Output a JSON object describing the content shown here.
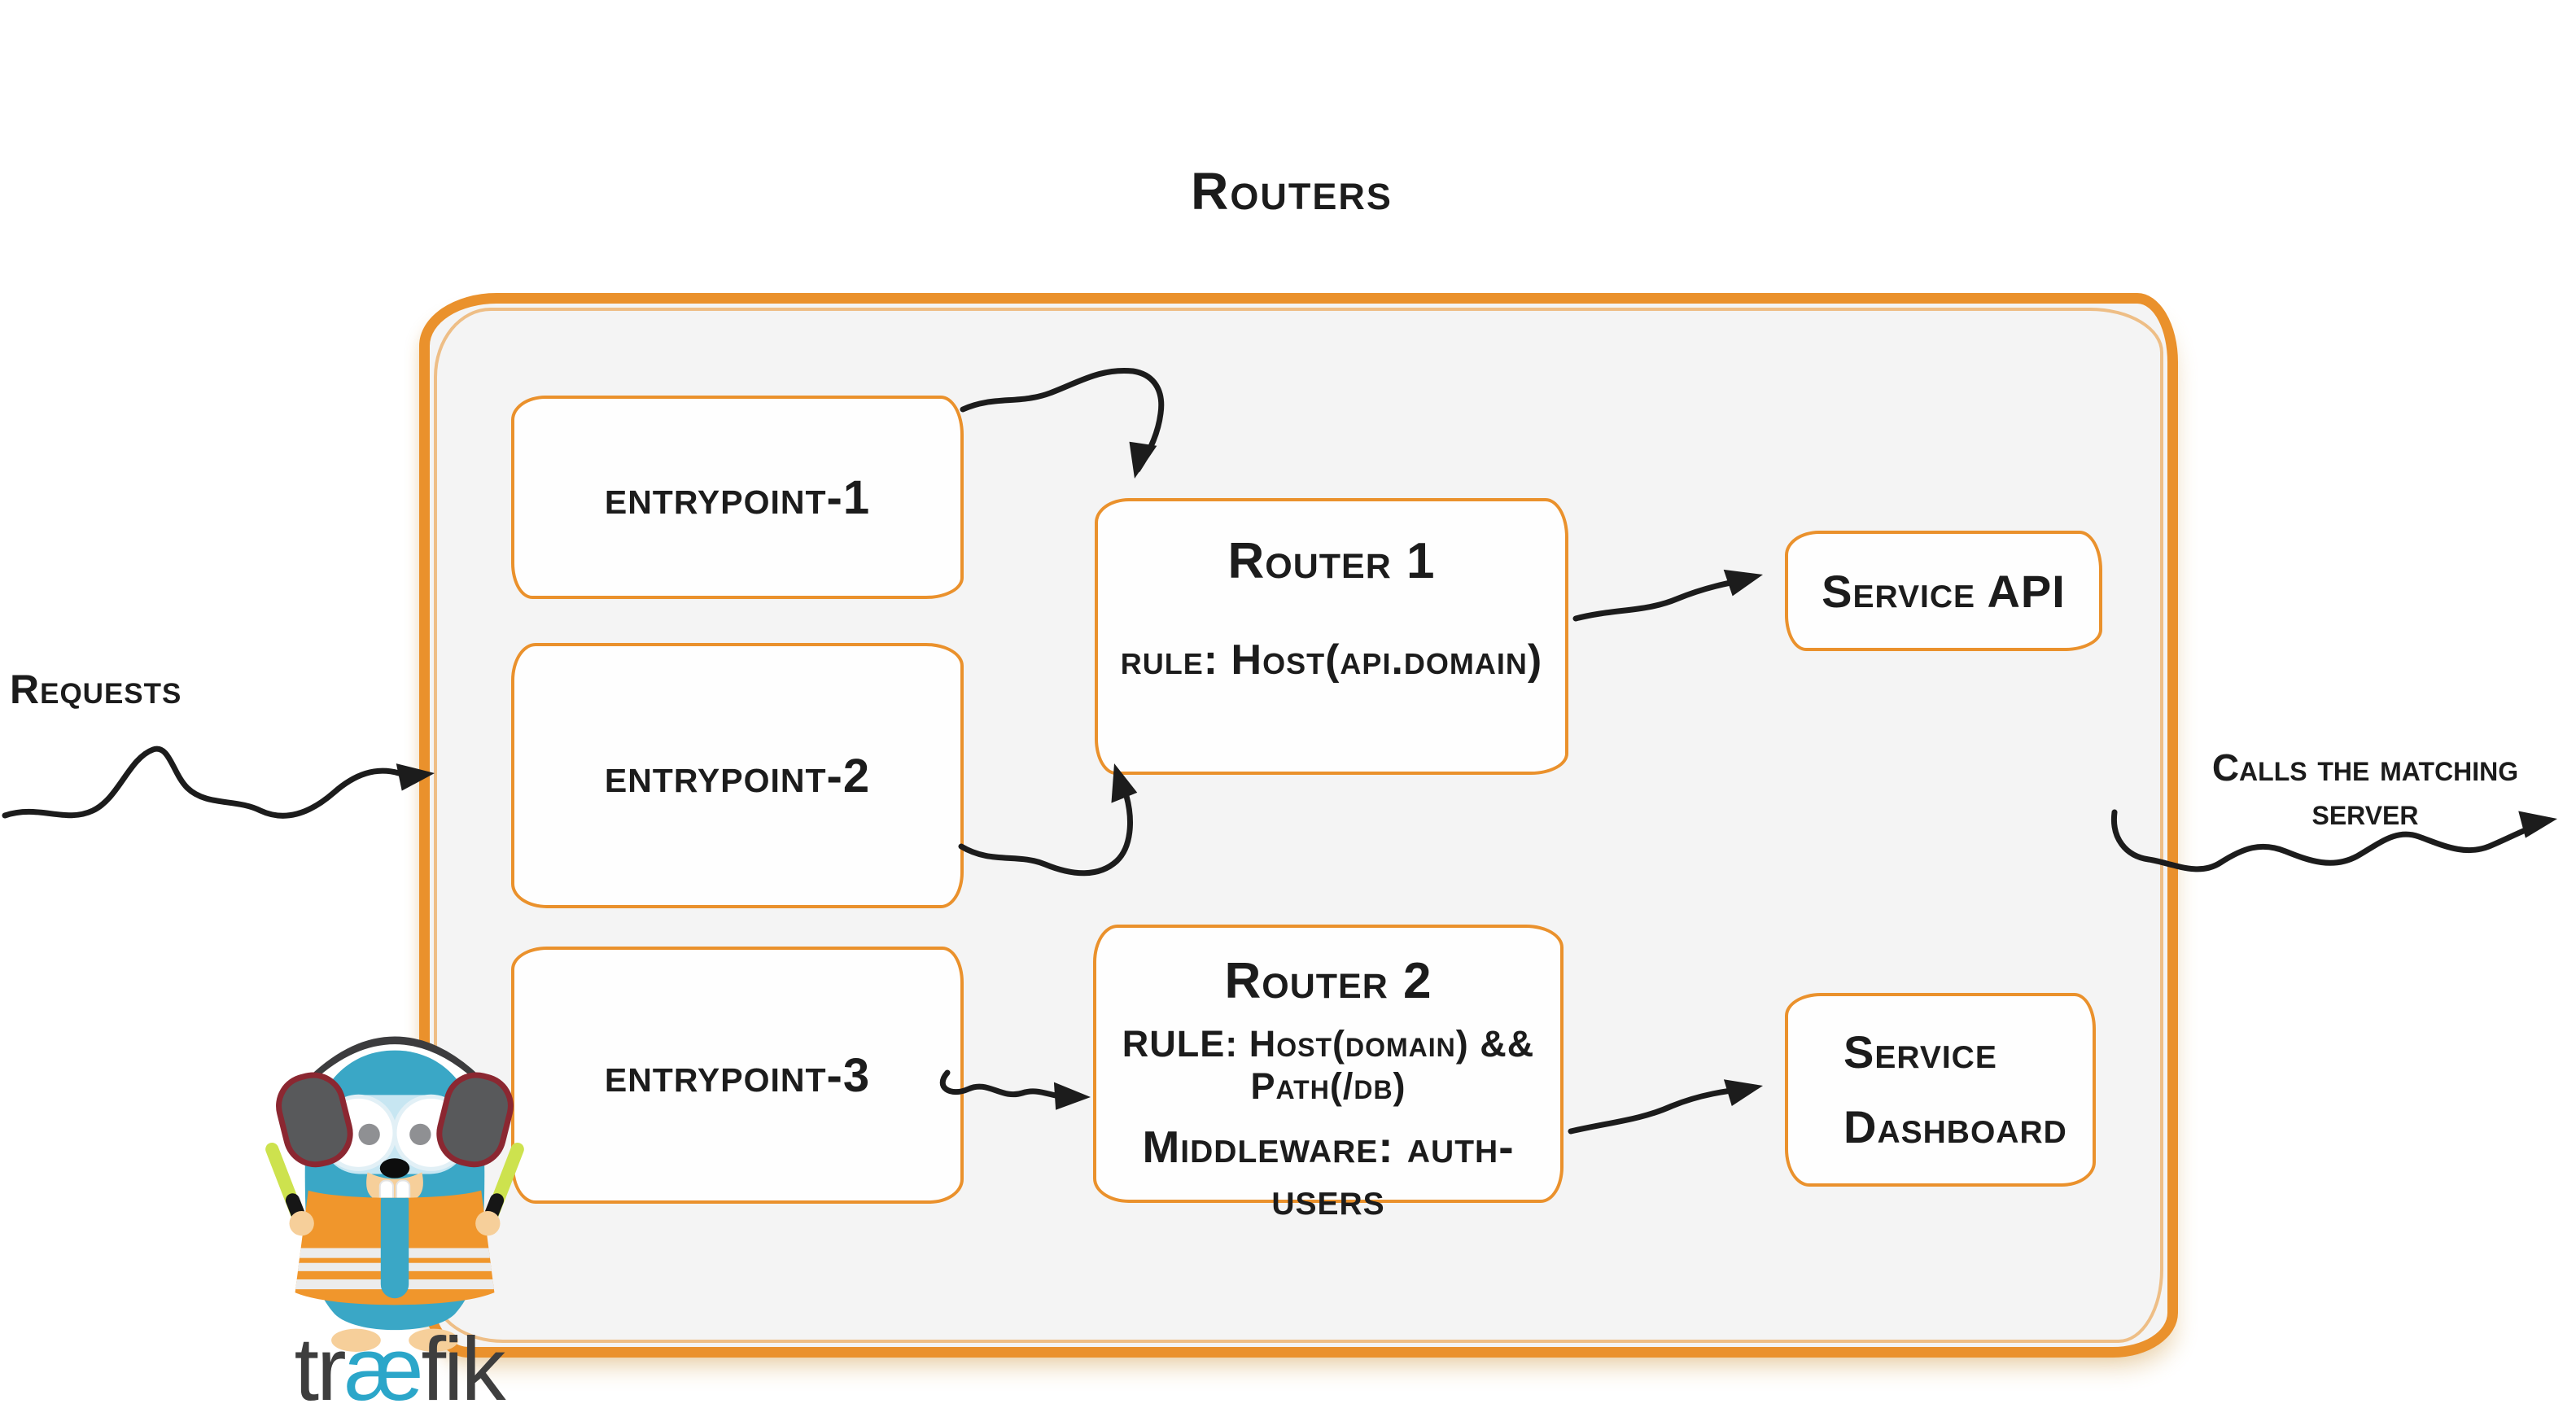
{
  "title": "Routers",
  "left_annotation": {
    "label": "Requests"
  },
  "right_annotation": {
    "label": "Calls the matching server"
  },
  "entrypoints": [
    {
      "label": "entrypoint-1"
    },
    {
      "label": "entrypoint-2"
    },
    {
      "label": "entrypoint-3"
    }
  ],
  "routers": [
    {
      "title": "Router 1",
      "lines": [
        "rule: Host(api.domain)"
      ]
    },
    {
      "title": "Router 2",
      "lines": [
        "RULE: Host(domain) && Path(/db)",
        "Middleware: auth-users"
      ]
    }
  ],
  "services": [
    {
      "label": "Service API"
    },
    {
      "label": "Service Dashboard"
    }
  ],
  "logo": {
    "part1": "tr",
    "part2": "æ",
    "part3": "fik"
  },
  "colors": {
    "accent_orange": "#ea912c",
    "panel_bg": "#f4f4f4",
    "ink": "#1c1c1c",
    "logo_blue": "#2ba6c9",
    "logo_gray": "#3e3e3e",
    "gopher_blue": "#3aa7c6",
    "vest_orange": "#f0962c",
    "baton_green": "#cde24e"
  }
}
